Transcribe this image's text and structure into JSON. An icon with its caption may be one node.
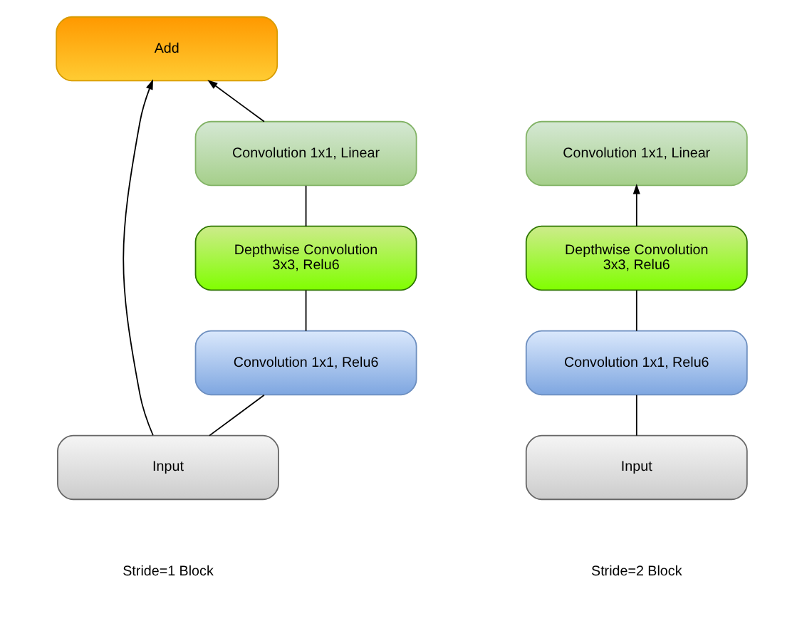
{
  "diagram": {
    "nodes": [
      {
        "text": [
          "Add"
        ]
      },
      {
        "text": [
          "Convolution 1x1, Linear"
        ]
      },
      {
        "text": [
          "Convolution 1x1, Linear"
        ]
      },
      {
        "text": [
          "Depthwise Convolution 3x3, Relu6"
        ]
      },
      {
        "text": [
          "Depthwise Convolution 3x3, Relu6"
        ]
      },
      {
        "text": [
          "Convolution 1x1, Relu6"
        ]
      },
      {
        "text": [
          "Convolution 1x1, Relu6"
        ]
      },
      {
        "text": [
          "Input"
        ]
      },
      {
        "text": [
          "Input"
        ]
      }
    ],
    "edges": [
      {
        "from": 7,
        "to": 5,
        "arrow": "none"
      },
      {
        "from": 5,
        "to": 3,
        "arrow": "none"
      },
      {
        "from": 3,
        "to": 1,
        "arrow": "none"
      },
      {
        "from": 1,
        "to": 0,
        "arrow": "to"
      },
      {
        "from": 7,
        "to": 0,
        "arrow": "to"
      },
      {
        "from": 8,
        "to": 6,
        "arrow": "none"
      },
      {
        "from": 6,
        "to": 4,
        "arrow": "none"
      },
      {
        "from": 4,
        "to": 2,
        "arrow": "to"
      }
    ],
    "labels": [
      "Stride=1 Block",
      "Stride=2 Block"
    ]
  }
}
